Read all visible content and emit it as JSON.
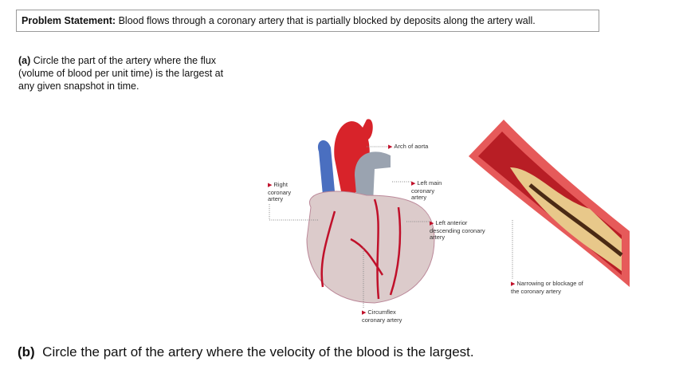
{
  "problem": {
    "label": "Problem Statement:",
    "text": "Blood flows through a coronary artery that is partially blocked by deposits along the artery wall."
  },
  "part_a": {
    "label": "(a)",
    "text": "Circle the part of the artery where the flux (volume of blood per unit time) is the largest at any given snapshot in time."
  },
  "figure": {
    "labels": {
      "arch": "Arch of aorta",
      "right": "Right coronary artery",
      "left_main": "Left main coronary artery",
      "lad": "Left anterior descending coronary artery",
      "circumflex": "Circumflex coronary artery",
      "narrowing": "Narrowing or blockage of the coronary artery"
    }
  },
  "part_b": {
    "label": "(b)",
    "text": "Circle the part of the artery where the velocity of the blood is the largest."
  }
}
